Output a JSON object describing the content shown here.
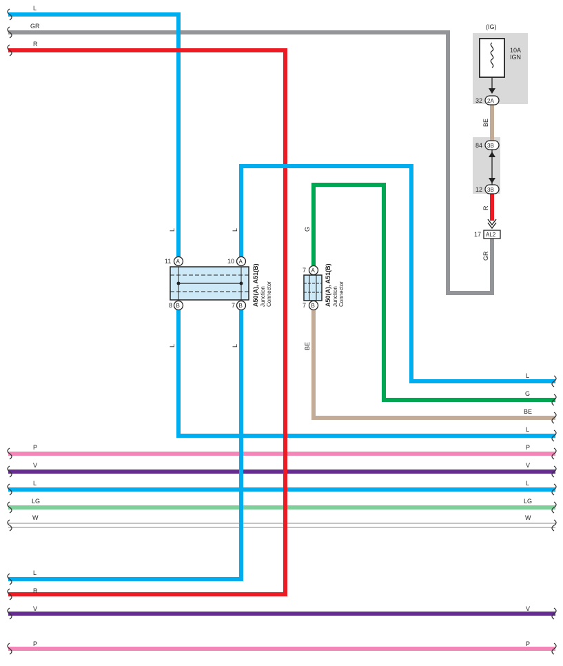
{
  "colors": {
    "L": "#00aeef",
    "GR": "#939598",
    "R": "#ed1c24",
    "G": "#00a651",
    "BE": "#c2ab97",
    "P": "#f287b7",
    "V": "#662d91",
    "LG": "#7fcf9a",
    "W": "#ffffff",
    "connector_fill": "#cde9f7",
    "relay_box": "#d9d9d9"
  },
  "left_wires": {
    "top_L": "L",
    "top_GR": "GR",
    "top_R": "R",
    "mid_P": "P",
    "mid_V": "V",
    "mid_L": "L",
    "mid_LG": "LG",
    "mid_W": "W",
    "bot_L": "L",
    "bot_R": "R",
    "bot_V": "V",
    "bot_P": "P"
  },
  "right_wires": {
    "L1": "L",
    "G": "G",
    "BE": "BE",
    "L2": "L",
    "P": "P",
    "V": "V",
    "L3": "L",
    "LG": "LG",
    "W": "W",
    "V2": "V",
    "P2": "P"
  },
  "vertical_labels": {
    "l_left_upper": "L",
    "l_mid_upper": "L",
    "l_left_lower": "L",
    "l_mid_lower": "L",
    "g_upper": "G",
    "be_lower": "BE",
    "be_fuse": "BE",
    "r_fuse": "R",
    "gr_fuse": "GR"
  },
  "connector1": {
    "title": "A50(A), A51(B)",
    "sub1": "Junction",
    "sub2": "Connector",
    "pin_a_left_num": "11",
    "pin_a_right_num": "10",
    "pin_b_left_num": "8",
    "pin_b_right_num": "7",
    "pin_a": "A",
    "pin_b": "B"
  },
  "connector2": {
    "title": "A50(A), A51(B)",
    "sub1": "Junction",
    "sub2": "Connector",
    "pin_a_num": "7",
    "pin_b_num": "7",
    "pin_a": "A",
    "pin_b": "B"
  },
  "fuse": {
    "ig_label": "(IG)",
    "rating": "10A",
    "name": "IGN",
    "pin1_num": "32",
    "pin1": "2A",
    "pin2_num": "84",
    "pin2": "3B",
    "pin3_num": "12",
    "pin3": "3B",
    "pin4_num": "17",
    "pin4": "AL2"
  }
}
